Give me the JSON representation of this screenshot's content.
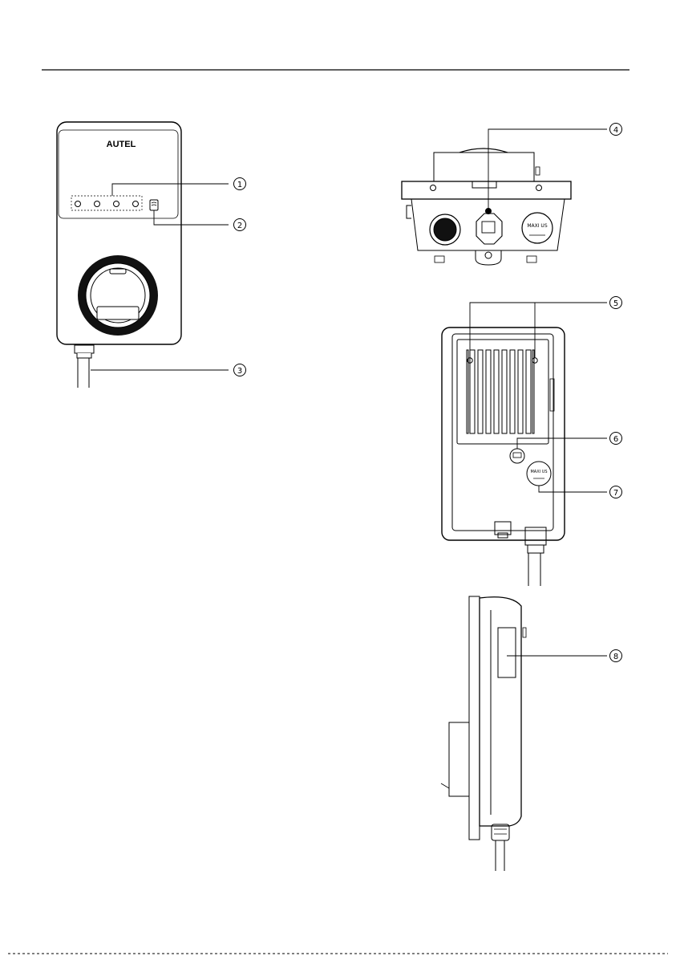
{
  "front_view": {
    "brand": "AUTEL",
    "led_labels": [
      "①",
      "②",
      "③",
      "④"
    ]
  },
  "bottom_view": {
    "model_label": "MAXI US"
  },
  "back_view": {
    "model_label": "MAXI US"
  },
  "callouts": [
    "1",
    "2",
    "3",
    "4",
    "5",
    "6",
    "7",
    "8"
  ]
}
